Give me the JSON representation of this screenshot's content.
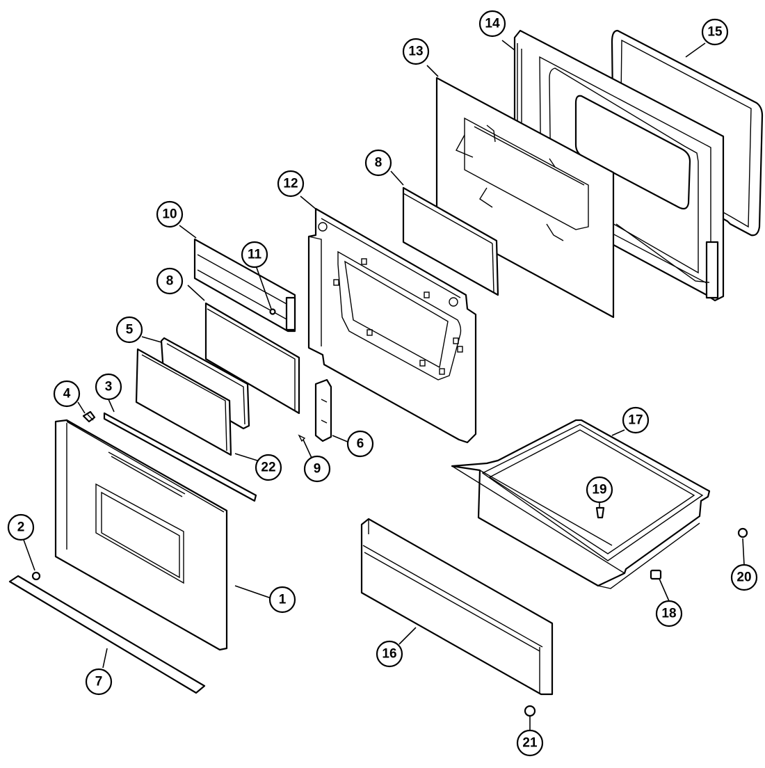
{
  "diagram": {
    "type": "exploded-parts-view",
    "callouts": [
      {
        "id": "c1",
        "label": "1"
      },
      {
        "id": "c2",
        "label": "2"
      },
      {
        "id": "c3",
        "label": "3"
      },
      {
        "id": "c4",
        "label": "4"
      },
      {
        "id": "c5",
        "label": "5"
      },
      {
        "id": "c6",
        "label": "6"
      },
      {
        "id": "c7",
        "label": "7"
      },
      {
        "id": "c8a",
        "label": "8"
      },
      {
        "id": "c8b",
        "label": "8"
      },
      {
        "id": "c9",
        "label": "9"
      },
      {
        "id": "c10",
        "label": "10"
      },
      {
        "id": "c11",
        "label": "11"
      },
      {
        "id": "c12",
        "label": "12"
      },
      {
        "id": "c13",
        "label": "13"
      },
      {
        "id": "c14",
        "label": "14"
      },
      {
        "id": "c15",
        "label": "15"
      },
      {
        "id": "c16",
        "label": "16"
      },
      {
        "id": "c17",
        "label": "17"
      },
      {
        "id": "c18",
        "label": "18"
      },
      {
        "id": "c19",
        "label": "19"
      },
      {
        "id": "c20",
        "label": "20"
      },
      {
        "id": "c21",
        "label": "21"
      },
      {
        "id": "c22",
        "label": "22"
      }
    ]
  }
}
